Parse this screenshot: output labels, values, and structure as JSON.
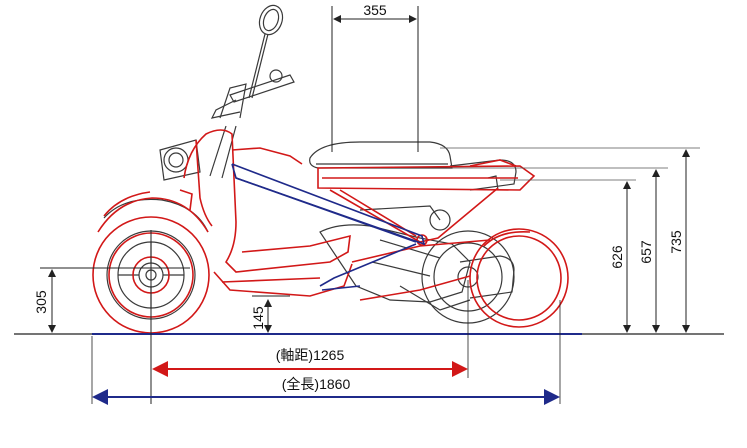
{
  "dimensions": {
    "seat_width": "355",
    "seat_height": "626",
    "height_657": "657",
    "overall_height": "735",
    "front_axle_height": "305",
    "ground_clearance": "145",
    "wheelbase": "(軸距)1265",
    "overall_length": "(全長)1860"
  },
  "colors": {
    "outline": "#3a3a3a",
    "red_overlay": "#d21818",
    "blue_overlay": "#1f2a8a",
    "dimension_line": "#222222"
  }
}
